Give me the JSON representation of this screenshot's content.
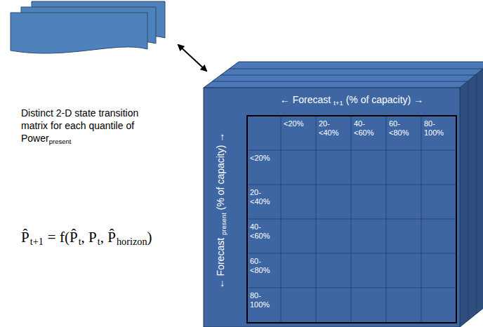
{
  "diagram": {
    "labels": [
      "Distinct 2-D state transition matrix for each quantile of Power",
      "present",
      "P̂",
      "t+1",
      "= f(",
      "P̂",
      "t",
      ", P",
      "t",
      ", P̂",
      "horizon",
      ")",
      "← Forecast",
      "t+1",
      "(% of capacity) →",
      "← Forecast",
      "present",
      "(% of capacity) →",
      "<20%",
      "20-<40%",
      "40-<60%",
      "60-<80%",
      "80-100%",
      "<20%",
      "20-<40%",
      "40-<60%",
      "60-<80%",
      "80-100%"
    ]
  }
}
